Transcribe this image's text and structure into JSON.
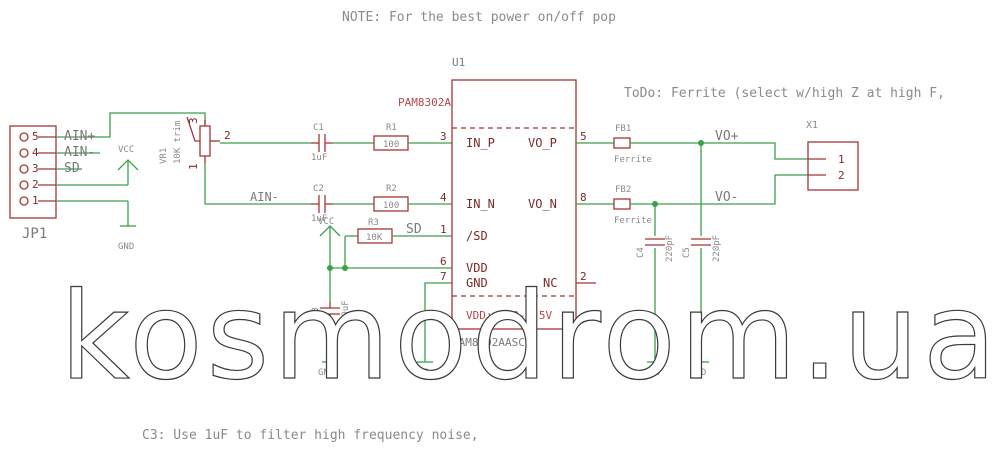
{
  "notes": {
    "top": "NOTE: For the best power on/off pop",
    "todo": "ToDo: Ferrite (select w/high Z at high F,",
    "bottom": "C3: Use 1uF to filter high frequency noise,"
  },
  "watermark": "kosmodrom.ua",
  "connector_jp1": {
    "ref": "JP1",
    "pins": [
      "5",
      "4",
      "3",
      "2",
      "1"
    ],
    "nets": [
      "AIN+",
      "AIN-",
      "SD"
    ]
  },
  "vr1": {
    "ref": "VR1",
    "value": "10K trim",
    "pin1": "1",
    "pin2": "2",
    "pin3": "3"
  },
  "capacitors": [
    {
      "ref": "C1",
      "value": "1uF"
    },
    {
      "ref": "C2",
      "value": "1uF"
    },
    {
      "ref": "C3",
      "value": "10uF"
    },
    {
      "ref": "C4",
      "value": "220pF"
    },
    {
      "ref": "C5",
      "value": "220pF"
    }
  ],
  "resistors": [
    {
      "ref": "R1",
      "value": "100"
    },
    {
      "ref": "R2",
      "value": "100"
    },
    {
      "ref": "R3",
      "value": "10K"
    }
  ],
  "u1": {
    "ref": "U1",
    "part": "PAM8302A",
    "part_full": "PAM8302AASCR",
    "vdd_range": "VDD: 2.0-5.5V",
    "pins_left": [
      {
        "num": "3",
        "name": "IN_P"
      },
      {
        "num": "4",
        "name": "IN_N"
      },
      {
        "num": "1",
        "name": "/SD"
      },
      {
        "num": "6",
        "name": "VDD"
      },
      {
        "num": "7",
        "name": "GND"
      }
    ],
    "pins_right": [
      {
        "num": "5",
        "name": "VO_P"
      },
      {
        "num": "8",
        "name": "VO_N"
      },
      {
        "num": "2",
        "name": "NC"
      }
    ]
  },
  "ferrites": [
    {
      "ref": "FB1",
      "value": "Ferrite"
    },
    {
      "ref": "FB2",
      "value": "Ferrite"
    }
  ],
  "output": {
    "ref": "X1",
    "pin1": "1",
    "pin2": "2",
    "net_pos": "VO+",
    "net_neg": "VO-"
  },
  "power": {
    "vcc": "VCC",
    "gnd": "GND"
  },
  "net_labels": {
    "ain_minus": "AIN-",
    "sd": "SD"
  }
}
